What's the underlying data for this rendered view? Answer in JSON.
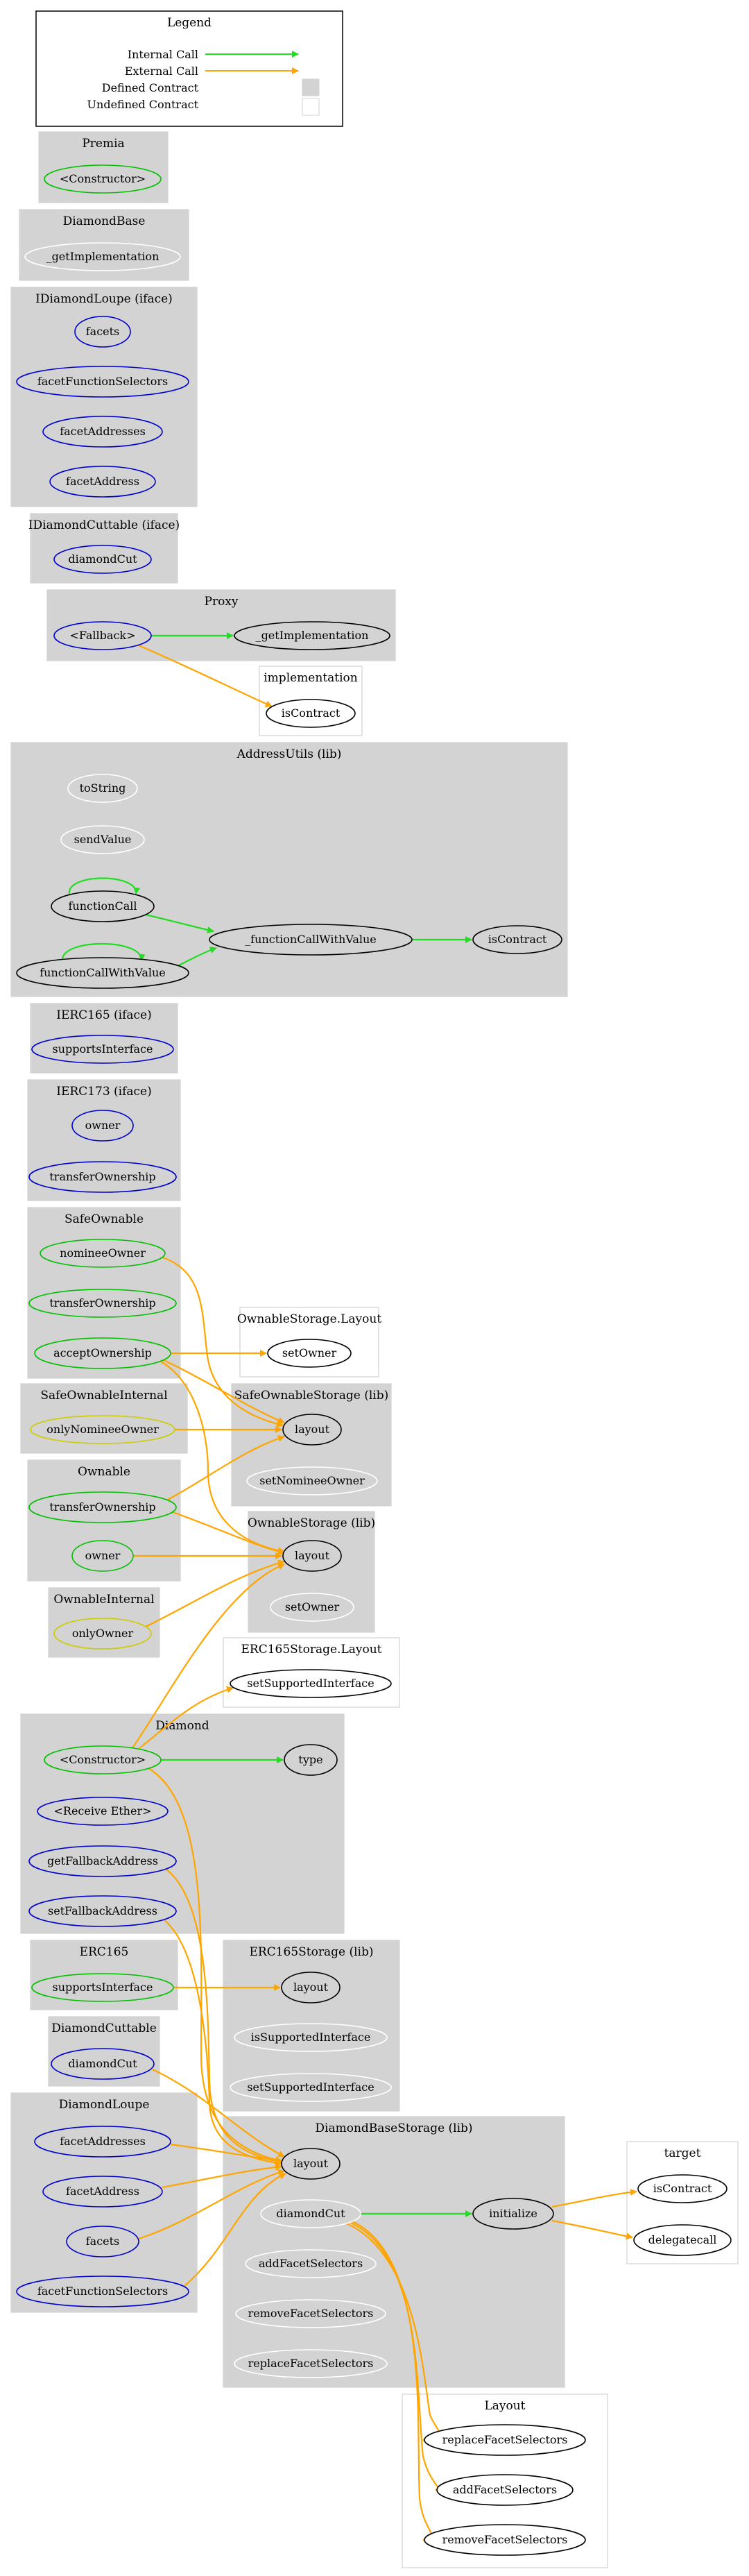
{
  "colors": {
    "internal": "#22dd22",
    "external": "#ffa500",
    "defined_fill": "#d3d3d3",
    "undefined_border": "#d3d3d3",
    "public": "#00c000",
    "external_fn": "#0000cc",
    "modifier": "#cccc00",
    "internal_fn": "#ffffff",
    "private": "#000000"
  },
  "legend": {
    "title": "Legend",
    "internal_call": "Internal Call",
    "external_call": "External Call",
    "defined_contract": "Defined Contract",
    "undefined_contract": "Undefined Contract"
  },
  "clusters": [
    {
      "id": "premia",
      "title": "Premia",
      "defined": true
    },
    {
      "id": "diamondbase",
      "title": "DiamondBase",
      "defined": true
    },
    {
      "id": "idiamondloupe",
      "title": "IDiamondLoupe  (iface)",
      "defined": true
    },
    {
      "id": "idiamondcuttable",
      "title": "IDiamondCuttable  (iface)",
      "defined": true
    },
    {
      "id": "proxy",
      "title": "Proxy",
      "defined": true
    },
    {
      "id": "implementation",
      "title": "implementation",
      "defined": false
    },
    {
      "id": "addressutils",
      "title": "AddressUtils  (lib)",
      "defined": true
    },
    {
      "id": "ierc165",
      "title": "IERC165  (iface)",
      "defined": true
    },
    {
      "id": "ierc173",
      "title": "IERC173  (iface)",
      "defined": true
    },
    {
      "id": "safeownable",
      "title": "SafeOwnable",
      "defined": true
    },
    {
      "id": "ownablestoragelayout",
      "title": "OwnableStorage.Layout",
      "defined": false
    },
    {
      "id": "safeownableinternal",
      "title": "SafeOwnableInternal",
      "defined": true
    },
    {
      "id": "safeownablestorage",
      "title": "SafeOwnableStorage  (lib)",
      "defined": true
    },
    {
      "id": "ownable",
      "title": "Ownable",
      "defined": true
    },
    {
      "id": "ownablestorage",
      "title": "OwnableStorage  (lib)",
      "defined": true
    },
    {
      "id": "ownableinternal",
      "title": "OwnableInternal",
      "defined": true
    },
    {
      "id": "erc165storagelayout",
      "title": "ERC165Storage.Layout",
      "defined": false
    },
    {
      "id": "diamond",
      "title": "Diamond",
      "defined": true
    },
    {
      "id": "erc165",
      "title": "ERC165",
      "defined": true
    },
    {
      "id": "erc165storage",
      "title": "ERC165Storage  (lib)",
      "defined": true
    },
    {
      "id": "diamondcuttable",
      "title": "DiamondCuttable",
      "defined": true
    },
    {
      "id": "diamondloupe",
      "title": "DiamondLoupe",
      "defined": true
    },
    {
      "id": "diamondbasestorage",
      "title": "DiamondBaseStorage  (lib)",
      "defined": true
    },
    {
      "id": "target",
      "title": "target",
      "defined": false
    },
    {
      "id": "layout",
      "title": "Layout",
      "defined": false
    }
  ],
  "nodes": [
    {
      "id": "premia_constructor",
      "label": "<Constructor>",
      "kind": "public"
    },
    {
      "id": "diamondbase_getimpl",
      "label": "_getImplementation",
      "kind": "internal"
    },
    {
      "id": "idl_facets",
      "label": "facets",
      "kind": "external"
    },
    {
      "id": "idl_ffs",
      "label": "facetFunctionSelectors",
      "kind": "external"
    },
    {
      "id": "idl_faddrs",
      "label": "facetAddresses",
      "kind": "external"
    },
    {
      "id": "idl_faddr",
      "label": "facetAddress",
      "kind": "external"
    },
    {
      "id": "idc_cut",
      "label": "diamondCut",
      "kind": "external"
    },
    {
      "id": "proxy_fallback",
      "label": "<Fallback>",
      "kind": "external"
    },
    {
      "id": "proxy_getimpl",
      "label": "_getImplementation",
      "kind": "private"
    },
    {
      "id": "impl_iscontract",
      "label": "isContract",
      "kind": "private"
    },
    {
      "id": "au_tostring",
      "label": "toString",
      "kind": "internal"
    },
    {
      "id": "au_sendvalue",
      "label": "sendValue",
      "kind": "internal"
    },
    {
      "id": "au_functioncall",
      "label": "functionCall",
      "kind": "private"
    },
    {
      "id": "au_fcwv_priv",
      "label": "_functionCallWithValue",
      "kind": "private"
    },
    {
      "id": "au_iscontract",
      "label": "isContract",
      "kind": "private"
    },
    {
      "id": "au_fcwv",
      "label": "functionCallWithValue",
      "kind": "private"
    },
    {
      "id": "ierc165_supports",
      "label": "supportsInterface",
      "kind": "external"
    },
    {
      "id": "ierc173_owner",
      "label": "owner",
      "kind": "external"
    },
    {
      "id": "ierc173_transfer",
      "label": "transferOwnership",
      "kind": "external"
    },
    {
      "id": "so_nominee",
      "label": "nomineeOwner",
      "kind": "public"
    },
    {
      "id": "so_transfer",
      "label": "transferOwnership",
      "kind": "public"
    },
    {
      "id": "so_accept",
      "label": "acceptOwnership",
      "kind": "public"
    },
    {
      "id": "osl_setowner",
      "label": "setOwner",
      "kind": "private"
    },
    {
      "id": "soi_only",
      "label": "onlyNomineeOwner",
      "kind": "modifier"
    },
    {
      "id": "sos_layout",
      "label": "layout",
      "kind": "private"
    },
    {
      "id": "sos_setnominee",
      "label": "setNomineeOwner",
      "kind": "internal"
    },
    {
      "id": "own_transfer",
      "label": "transferOwnership",
      "kind": "public"
    },
    {
      "id": "own_owner",
      "label": "owner",
      "kind": "public"
    },
    {
      "id": "os_layout",
      "label": "layout",
      "kind": "private"
    },
    {
      "id": "os_setowner",
      "label": "setOwner",
      "kind": "internal"
    },
    {
      "id": "oi_only",
      "label": "onlyOwner",
      "kind": "modifier"
    },
    {
      "id": "esl_setsupported",
      "label": "setSupportedInterface",
      "kind": "private"
    },
    {
      "id": "dia_constructor",
      "label": "<Constructor>",
      "kind": "public"
    },
    {
      "id": "dia_type",
      "label": "type",
      "kind": "private"
    },
    {
      "id": "dia_receive",
      "label": "<Receive Ether>",
      "kind": "external"
    },
    {
      "id": "dia_getfallback",
      "label": "getFallbackAddress",
      "kind": "external"
    },
    {
      "id": "dia_setfallback",
      "label": "setFallbackAddress",
      "kind": "external"
    },
    {
      "id": "erc165_supports",
      "label": "supportsInterface",
      "kind": "public"
    },
    {
      "id": "es_layout",
      "label": "layout",
      "kind": "private"
    },
    {
      "id": "es_issupported",
      "label": "isSupportedInterface",
      "kind": "internal"
    },
    {
      "id": "es_setsupported",
      "label": "setSupportedInterface",
      "kind": "internal"
    },
    {
      "id": "dc_cut",
      "label": "diamondCut",
      "kind": "external"
    },
    {
      "id": "dl_faddrs",
      "label": "facetAddresses",
      "kind": "external"
    },
    {
      "id": "dl_faddr",
      "label": "facetAddress",
      "kind": "external"
    },
    {
      "id": "dl_facets",
      "label": "facets",
      "kind": "external"
    },
    {
      "id": "dl_ffs",
      "label": "facetFunctionSelectors",
      "kind": "external"
    },
    {
      "id": "dbs_layout",
      "label": "layout",
      "kind": "private"
    },
    {
      "id": "dbs_cut",
      "label": "diamondCut",
      "kind": "internal"
    },
    {
      "id": "dbs_initialize",
      "label": "initialize",
      "kind": "private"
    },
    {
      "id": "dbs_add",
      "label": "addFacetSelectors",
      "kind": "internal"
    },
    {
      "id": "dbs_remove",
      "label": "removeFacetSelectors",
      "kind": "internal"
    },
    {
      "id": "dbs_replace",
      "label": "replaceFacetSelectors",
      "kind": "internal"
    },
    {
      "id": "target_iscontract",
      "label": "isContract",
      "kind": "private"
    },
    {
      "id": "target_delegatecall",
      "label": "delegatecall",
      "kind": "private"
    },
    {
      "id": "layout_replace",
      "label": "replaceFacetSelectors",
      "kind": "private"
    },
    {
      "id": "layout_add",
      "label": "addFacetSelectors",
      "kind": "private"
    },
    {
      "id": "layout_remove",
      "label": "removeFacetSelectors",
      "kind": "private"
    }
  ],
  "edges": [
    {
      "from": "proxy_fallback",
      "to": "proxy_getimpl",
      "type": "internal"
    },
    {
      "from": "proxy_fallback",
      "to": "impl_iscontract",
      "type": "external"
    },
    {
      "from": "au_functioncall",
      "to": "au_functioncall",
      "type": "internal"
    },
    {
      "from": "au_fcwv",
      "to": "au_fcwv",
      "type": "internal"
    },
    {
      "from": "au_functioncall",
      "to": "au_fcwv_priv",
      "type": "internal"
    },
    {
      "from": "au_fcwv",
      "to": "au_fcwv_priv",
      "type": "internal"
    },
    {
      "from": "au_fcwv_priv",
      "to": "au_iscontract",
      "type": "internal"
    },
    {
      "from": "so_nominee",
      "to": "sos_layout",
      "type": "external"
    },
    {
      "from": "so_accept",
      "to": "osl_setowner",
      "type": "external"
    },
    {
      "from": "so_accept",
      "to": "sos_layout",
      "type": "external"
    },
    {
      "from": "so_accept",
      "to": "os_layout",
      "type": "external"
    },
    {
      "from": "soi_only",
      "to": "sos_layout",
      "type": "external"
    },
    {
      "from": "own_transfer",
      "to": "sos_layout",
      "type": "external"
    },
    {
      "from": "own_transfer",
      "to": "os_layout",
      "type": "external"
    },
    {
      "from": "own_owner",
      "to": "os_layout",
      "type": "external"
    },
    {
      "from": "oi_only",
      "to": "os_layout",
      "type": "external"
    },
    {
      "from": "dia_constructor",
      "to": "os_layout",
      "type": "external"
    },
    {
      "from": "dia_constructor",
      "to": "esl_setsupported",
      "type": "external"
    },
    {
      "from": "dia_constructor",
      "to": "dia_type",
      "type": "internal"
    },
    {
      "from": "dia_constructor",
      "to": "dbs_layout",
      "type": "external"
    },
    {
      "from": "dia_getfallback",
      "to": "dbs_layout",
      "type": "external"
    },
    {
      "from": "dia_setfallback",
      "to": "dbs_layout",
      "type": "external"
    },
    {
      "from": "erc165_supports",
      "to": "es_layout",
      "type": "external"
    },
    {
      "from": "dc_cut",
      "to": "dbs_layout",
      "type": "external"
    },
    {
      "from": "dl_faddrs",
      "to": "dbs_layout",
      "type": "external"
    },
    {
      "from": "dl_faddr",
      "to": "dbs_layout",
      "type": "external"
    },
    {
      "from": "dl_facets",
      "to": "dbs_layout",
      "type": "external"
    },
    {
      "from": "dl_ffs",
      "to": "dbs_layout",
      "type": "external"
    },
    {
      "from": "dbs_cut",
      "to": "dbs_initialize",
      "type": "internal"
    },
    {
      "from": "dbs_initialize",
      "to": "target_iscontract",
      "type": "external"
    },
    {
      "from": "dbs_initialize",
      "to": "target_delegatecall",
      "type": "external"
    },
    {
      "from": "dbs_cut",
      "to": "layout_replace",
      "type": "external"
    },
    {
      "from": "dbs_cut",
      "to": "layout_add",
      "type": "external"
    },
    {
      "from": "dbs_cut",
      "to": "layout_remove",
      "type": "external"
    }
  ]
}
